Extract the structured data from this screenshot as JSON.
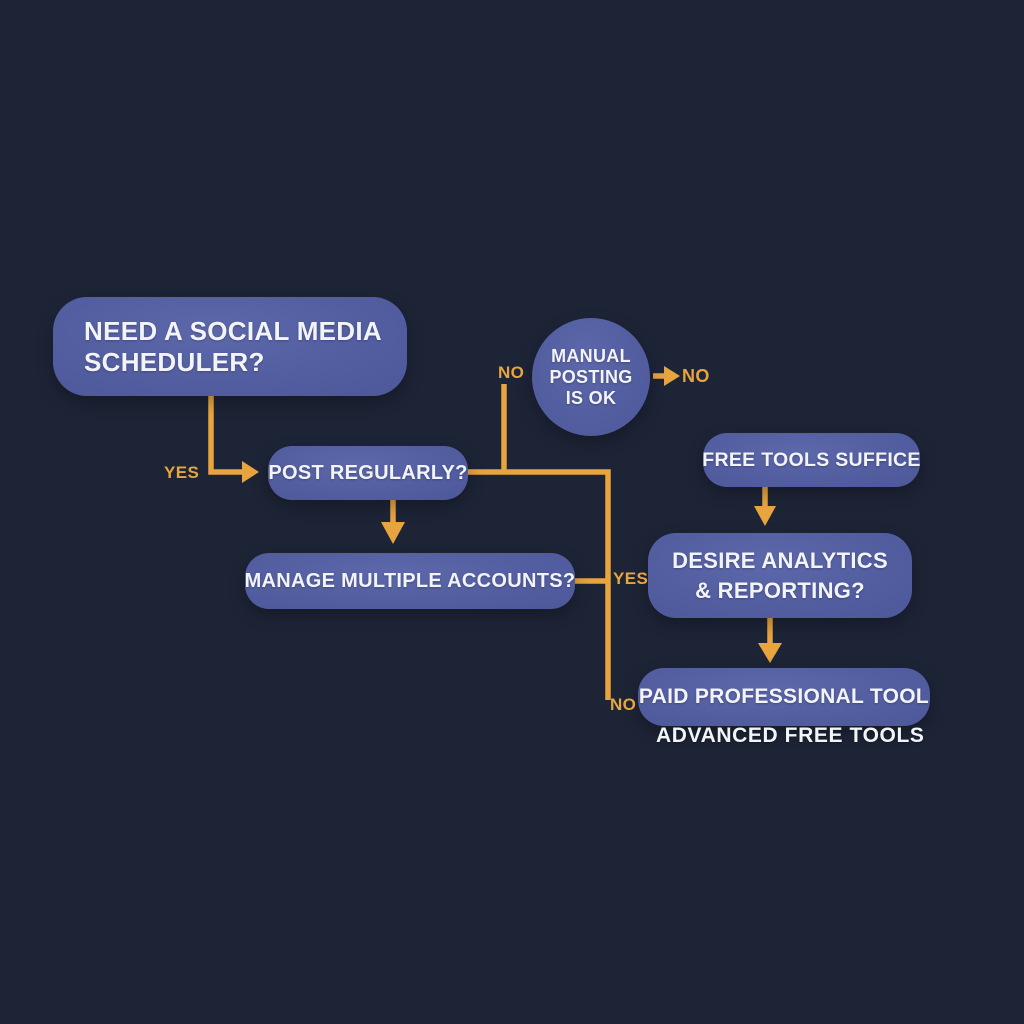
{
  "palette": {
    "background": "#1d2436",
    "node_fill": "#5661a3",
    "connector_orange": "#e7a43f",
    "text_white": "#f3f4f8"
  },
  "flowchart": {
    "nodes": {
      "start": {
        "lines": [
          "NEED A SOCIAL MEDIA",
          "SCHEDULER?"
        ]
      },
      "post_regularly": {
        "label": "POST REGULARLY?"
      },
      "manual_posting": {
        "lines": [
          "MANUAL",
          "POSTING",
          "IS OK"
        ]
      },
      "manage_accounts": {
        "label": "MANAGE MULTIPLE ACCOUNTS?"
      },
      "free_tools": {
        "label": "FREE TOOLS SUFFICE"
      },
      "desire_analytics": {
        "lines": [
          "DESIRE ANALYTICS",
          "& REPORTING?"
        ]
      },
      "paid_tool": {
        "label": "PAID PROFESSIONAL TOOL"
      },
      "advanced_free_tools": {
        "label": "ADVANCED FREE TOOLS"
      }
    },
    "edge_labels": {
      "start_yes": "YES",
      "to_manual_no": "NO",
      "from_manual_no": "NO",
      "manage_yes": "YES",
      "manage_no": "NO"
    }
  }
}
